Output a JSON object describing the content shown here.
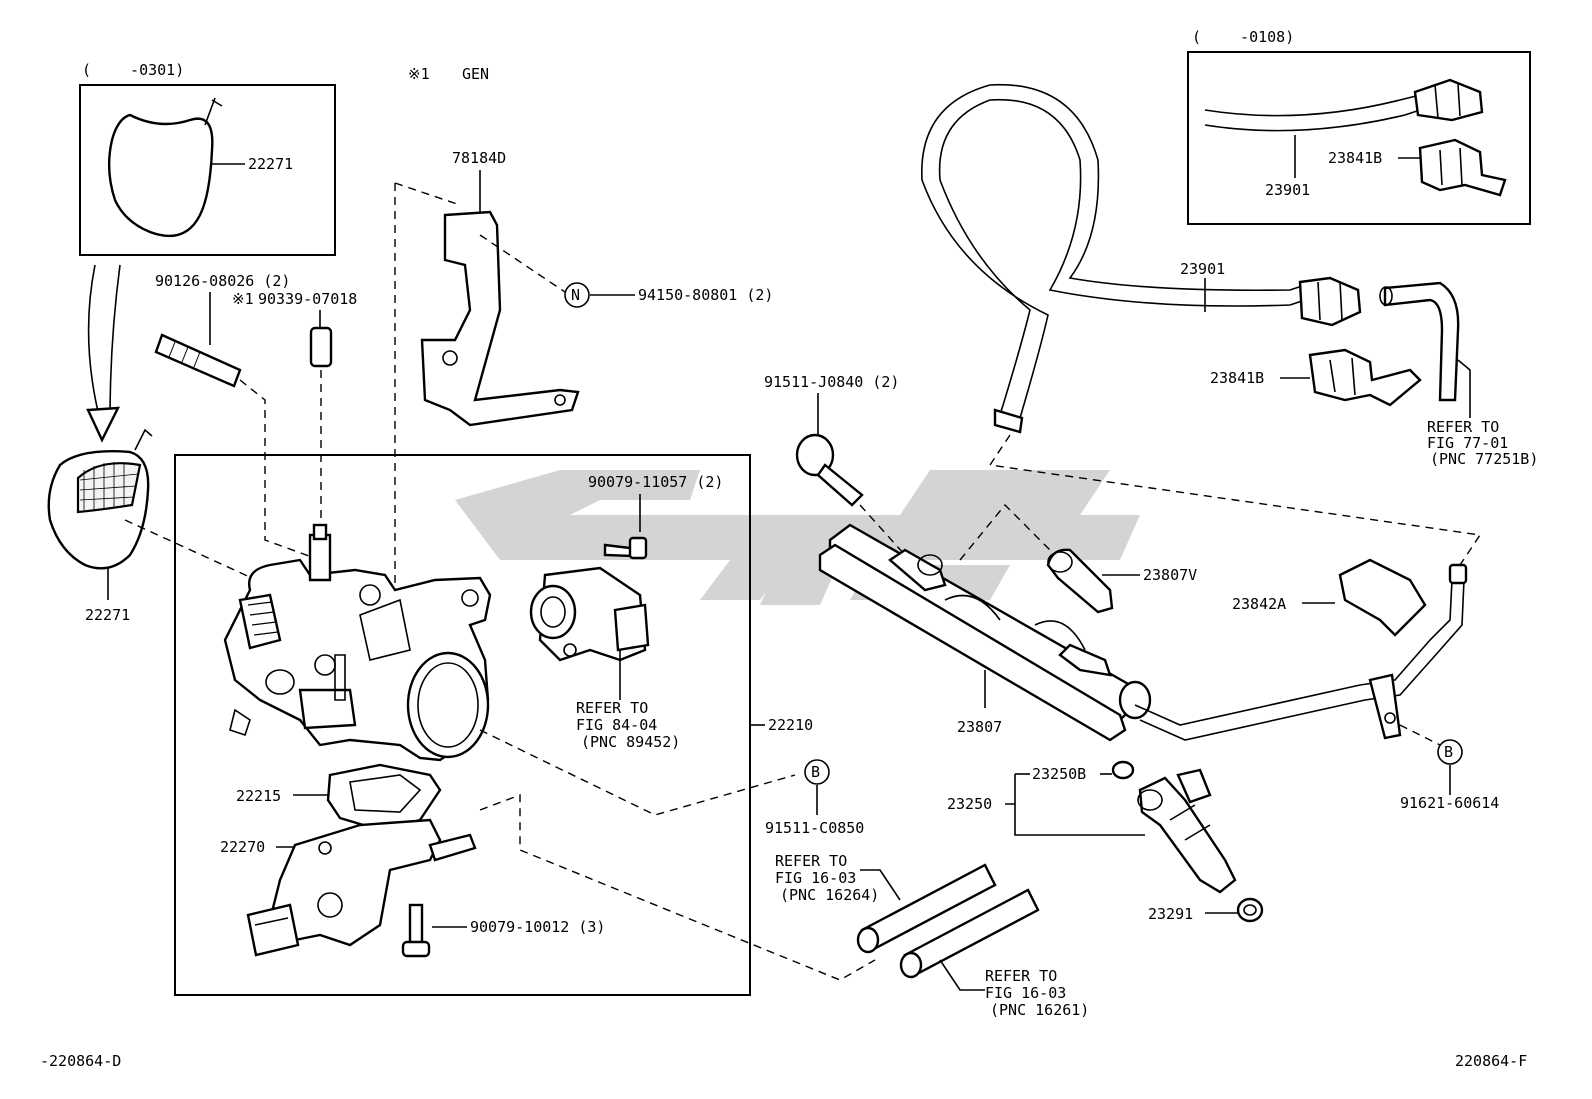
{
  "header": {
    "note_mark": "※1",
    "note_text": "GEN"
  },
  "insets": {
    "left_label": "(　　 -0301)",
    "right_label": "(　　 -0108)"
  },
  "callouts": {
    "c22271_top": "22271",
    "c22271_bottom": "22271",
    "c90126": "90126-08026 (2)",
    "c90339_mark": "※1",
    "c90339": "90339-07018",
    "c78184d": "78184D",
    "c94150": "94150-80801 (2)",
    "circle_n": "N",
    "c90079_11057": "90079-11057 (2)",
    "refer_8404_l1": "REFER TO",
    "refer_8404_l2": "FIG 84-04",
    "refer_8404_l3": "(PNC 89452)",
    "c22210": "22210",
    "c22215": "22215",
    "c22270": "22270",
    "c90079_10012": "90079-10012 (3)",
    "circle_b1": "B",
    "c91511_c0850": "91511-C0850",
    "refer_1603a_l1": "REFER TO",
    "refer_1603a_l2": "FIG 16-03",
    "refer_1603a_l3": "(PNC 16264)",
    "refer_1603b_l1": "REFER TO",
    "refer_1603b_l2": "FIG 16-03",
    "refer_1603b_l3": "(PNC 16261)",
    "c91511_j0840": "91511-J0840 (2)",
    "c23807v": "23807V",
    "c23807": "23807",
    "c23250b": "23250B",
    "c23250": "23250",
    "c23291": "23291",
    "c23901_top": "23901",
    "c23841b_top": "23841B",
    "c23901_mid": "23901",
    "c23841b_mid": "23841B",
    "refer_7701_l1": "REFER TO",
    "refer_7701_l2": "FIG 77-01",
    "refer_7701_l3": "(PNC 77251B)",
    "c23842a": "23842A",
    "circle_b2": "B",
    "c91621": "91621-60614"
  },
  "footer": {
    "left_code": "-220864-D",
    "right_code": "220864-F"
  }
}
